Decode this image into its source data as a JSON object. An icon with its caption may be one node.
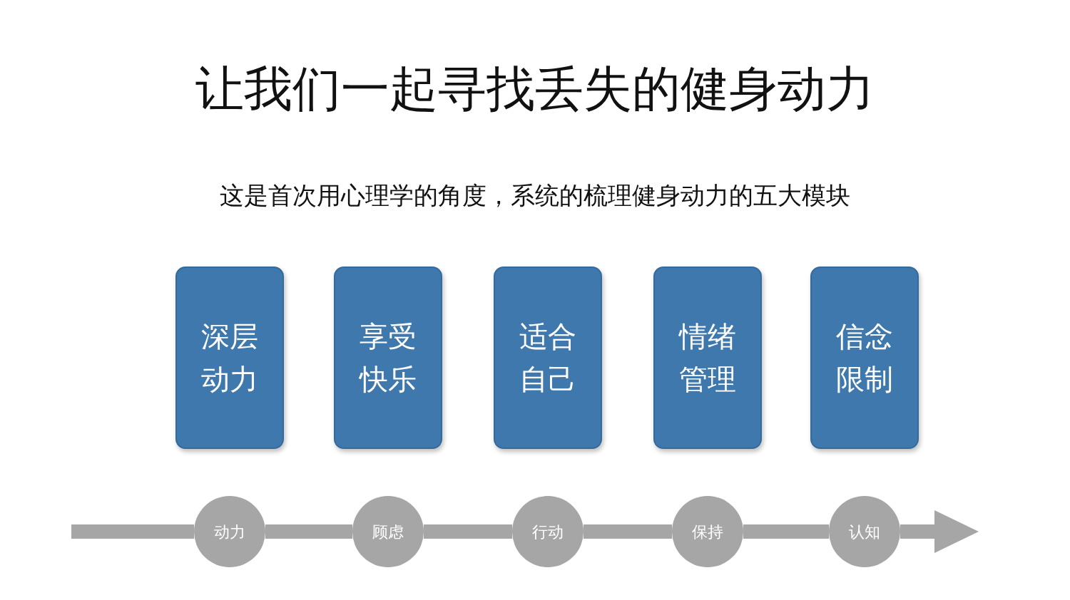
{
  "diagram": {
    "title": "让我们一起寻找丢失的健身动力",
    "nodes": [
      {
        "text": [
          "深层动力"
        ]
      },
      {
        "text": [
          "享受快乐"
        ]
      },
      {
        "text": [
          "适合自己"
        ]
      },
      {
        "text": [
          "情绪管理"
        ]
      },
      {
        "text": [
          "信念限制"
        ]
      },
      {
        "text": [
          "动力"
        ]
      },
      {
        "text": [
          "顾虑"
        ]
      },
      {
        "text": [
          "行动"
        ]
      },
      {
        "text": [
          "保持"
        ]
      },
      {
        "text": [
          "认知"
        ]
      }
    ],
    "edges": [
      {
        "from": null,
        "to": 5,
        "arrow": "none"
      },
      {
        "from": 5,
        "to": 6,
        "arrow": "none"
      },
      {
        "from": 6,
        "to": 7,
        "arrow": "none"
      },
      {
        "from": 7,
        "to": 8,
        "arrow": "none"
      },
      {
        "from": 8,
        "to": 9,
        "arrow": "none"
      },
      {
        "from": 9,
        "to": null,
        "arrow": "to"
      }
    ],
    "labels": [
      "这是首次用心理学的角度，系统的梳理健身动力的五大模块"
    ]
  }
}
